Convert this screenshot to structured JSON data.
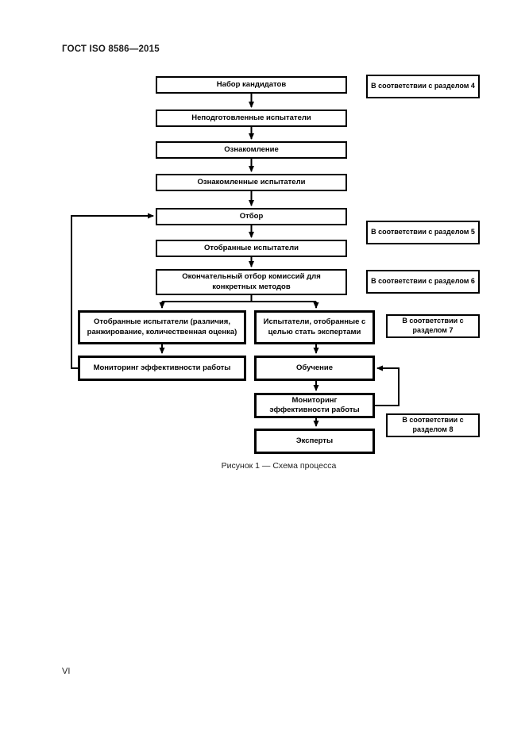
{
  "header": {
    "title": "ГОСТ ISO 8586—2015"
  },
  "figure": {
    "caption": "Рисунок 1 — Схема процесса",
    "main_flow": [
      {
        "label": "Набор кандидатов"
      },
      {
        "label": "Неподготовленные испытатели"
      },
      {
        "label": "Ознакомление"
      },
      {
        "label": "Ознакомленные испытатели"
      },
      {
        "label": "Отбор"
      },
      {
        "label": "Отобранные испытатели"
      },
      {
        "label": "Окончательный отбор комиссий для конкретных методов"
      }
    ],
    "left_branch": [
      {
        "label": "Отобранные испытатели (различия, ранжирование, количественная оценка)"
      },
      {
        "label": "Мониторинг эффективности работы"
      }
    ],
    "right_branch": [
      {
        "label": "Испытатели, отобранные с целью стать экспертами"
      },
      {
        "label": "Обучение"
      },
      {
        "label": "Мониторинг эффективности работы"
      },
      {
        "label": "Эксперты"
      }
    ],
    "side_notes": [
      {
        "label": "В соответствии с разделом 4"
      },
      {
        "label": "В соответствии с разделом 5"
      },
      {
        "label": "В соответствии с разделом 6"
      },
      {
        "label": "В соответствии с разделом 7"
      },
      {
        "label": "В соответствии с разделом 8"
      }
    ]
  },
  "footer": {
    "page_number": "VI"
  },
  "colors": {
    "ink": "#000000",
    "paper": "#ffffff"
  }
}
